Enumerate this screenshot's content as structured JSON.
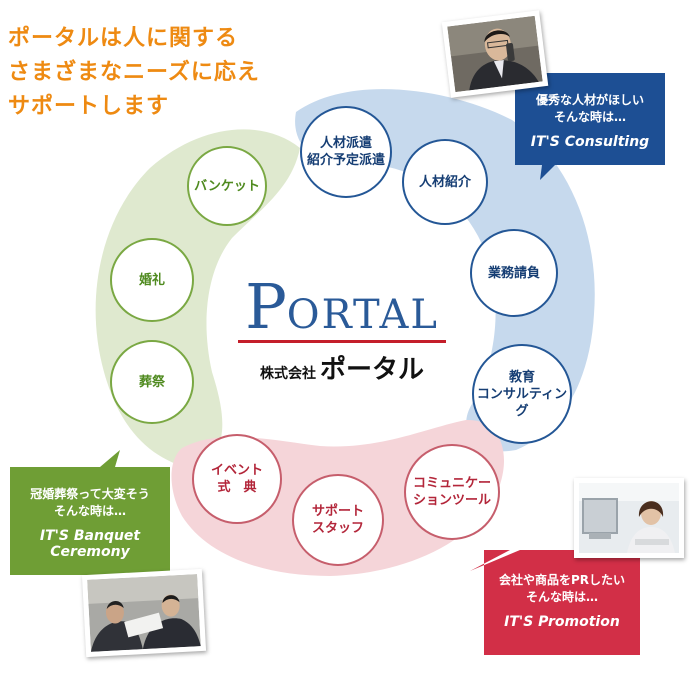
{
  "headline": {
    "line1": "ポータルは人に関する",
    "line2": "さまざまなニーズに応え",
    "line3": "サポートします"
  },
  "logo": {
    "word_initial": "P",
    "word_rest": "ORTAL",
    "company_prefix": "株式会社",
    "company_name": "ポータル"
  },
  "services": {
    "banquet": "バンケット",
    "wedding": "婚礼",
    "funeral": "葬祭",
    "staffing_line1": "人材派遣",
    "staffing_line2": "紹介予定派遣",
    "recruit": "人材紹介",
    "outsourcing": "業務請負",
    "consulting_line1": "教育",
    "consulting_line2": "コンサルティング",
    "event_line1": "イベント",
    "event_line2": "式　典",
    "support_line1": "サポート",
    "support_line2": "スタッフ",
    "comm_line1": "コミュニケー",
    "comm_line2": "ションツール"
  },
  "callouts": {
    "consulting": {
      "line1": "優秀な人材がほしい",
      "line2": "そんな時は…",
      "tag": "IT'S Consulting"
    },
    "banquet": {
      "line1": "冠婚葬祭って大変そう",
      "line2": "そんな時は…",
      "tag_line1": "IT'S Banquet",
      "tag_line2": "Ceremony"
    },
    "promotion": {
      "line1": "会社や商品をPRしたい",
      "line2": "そんな時は…",
      "tag": "IT'S Promotion"
    }
  },
  "colors": {
    "orange": "#ee8a12",
    "green": "#6f9e35",
    "blue": "#1d4f94",
    "red": "#d22f47"
  },
  "icons": [
    "businessman-phone-photo",
    "office-meeting-photo",
    "woman-computer-photo"
  ]
}
